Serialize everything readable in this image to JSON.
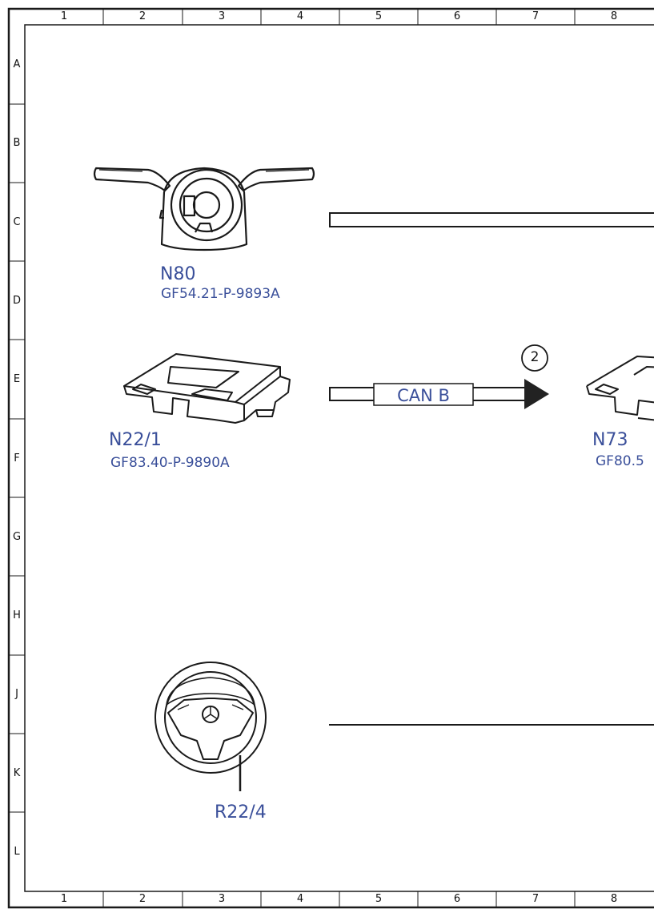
{
  "frame": {
    "columns": [
      "1",
      "2",
      "3",
      "4",
      "5",
      "6",
      "7",
      "8"
    ],
    "rows": [
      "A",
      "B",
      "C",
      "D",
      "E",
      "F",
      "G",
      "H",
      "J",
      "K",
      "L"
    ]
  },
  "components": {
    "n80": {
      "ref": "N80",
      "code": "GF54.21-P-9893A",
      "icon": "steering-column-module-icon"
    },
    "n22_1": {
      "ref": "N22/1",
      "code": "GF83.40-P-9890A",
      "icon": "control-unit-box-icon"
    },
    "n73": {
      "ref": "N73",
      "code": "GF80.5",
      "icon": "control-unit-box-icon"
    },
    "r22_4": {
      "ref": "R22/4",
      "icon": "steering-wheel-icon"
    }
  },
  "connections": {
    "can_b_label": "CAN B",
    "callout_2": "2"
  },
  "colors": {
    "label": "#3a4f9a",
    "line": "#1a1a1a",
    "arrow": "#222222"
  }
}
